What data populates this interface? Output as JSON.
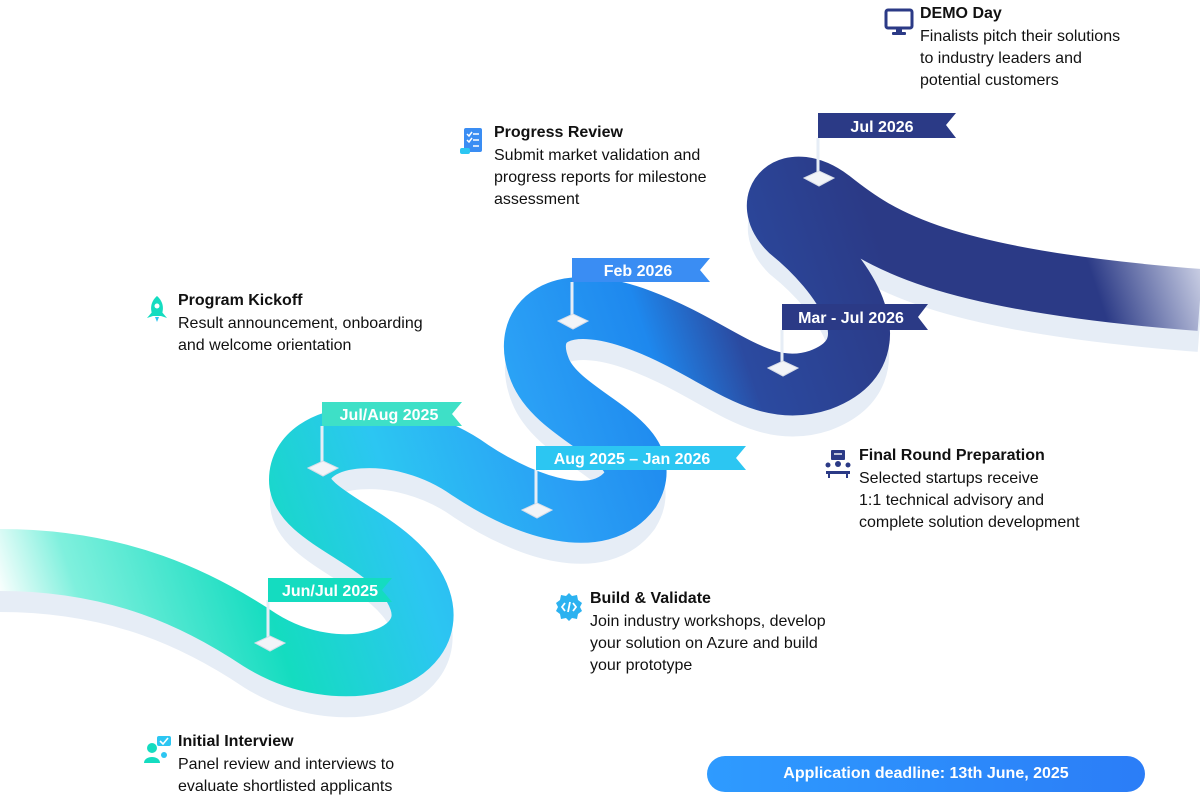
{
  "milestones": [
    {
      "key": "interview",
      "date": "Jun/Jul 2025",
      "title": "Initial Interview",
      "description": "Panel review and interviews to\nevaluate shortlisted applicants",
      "icon": "interview-chat-icon"
    },
    {
      "key": "kickoff",
      "date": "Jul/Aug 2025",
      "title": "Program Kickoff",
      "description": "Result announcement, onboarding\nand welcome orientation",
      "icon": "rocket-icon"
    },
    {
      "key": "build",
      "date": "Aug 2025 – Jan 2026",
      "title": "Build & Validate",
      "description": "Join industry workshops, develop\nyour solution on Azure and build\nyour prototype",
      "icon": "code-gear-icon"
    },
    {
      "key": "review",
      "date": "Feb 2026",
      "title": "Progress Review",
      "description": "Submit market validation and\nprogress reports for milestone\nassessment",
      "icon": "checklist-document-icon"
    },
    {
      "key": "final",
      "date": "Mar - Jul 2026",
      "title": "Final Round Preparation",
      "description": "Selected startups receive\n1:1 technical advisory and\ncomplete solution development",
      "icon": "team-presentation-icon"
    },
    {
      "key": "demo",
      "date": "Jul 2026",
      "title": "DEMO Day",
      "description": "Finalists pitch their solutions\nto industry leaders and\npotential customers",
      "icon": "monitor-icon"
    }
  ],
  "deadline": {
    "label": "Application deadline: 13th June, 2025"
  },
  "colors": {
    "teal": "#14dcc0",
    "cyan": "#2cc6f2",
    "blue": "#1e8af0",
    "navy": "#2b3a86",
    "shadow": "#e6edf6"
  }
}
